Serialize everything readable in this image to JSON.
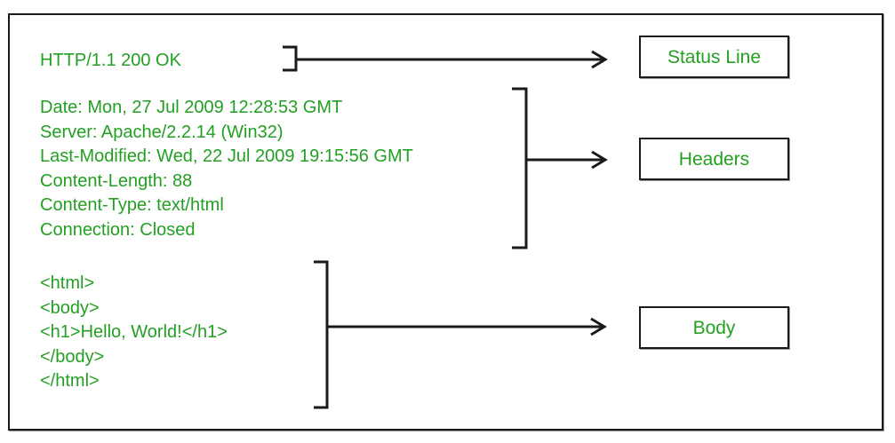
{
  "colors": {
    "text_green": "#23a023",
    "line_black": "#1a1a1a",
    "background": "#ffffff",
    "box_border": "#1a1a1a"
  },
  "response": {
    "status_line": "HTTP/1.1 200 OK",
    "headers": [
      "Date: Mon, 27 Jul 2009 12:28:53 GMT",
      "Server: Apache/2.2.14 (Win32)",
      "Last-Modified: Wed, 22 Jul 2009 19:15:56 GMT",
      "Content-Length: 88",
      "Content-Type: text/html",
      "Connection: Closed"
    ],
    "body": [
      "<html>",
      "<body>",
      "<h1>Hello, World!</h1>",
      "</body>",
      "</html>"
    ]
  },
  "labels": {
    "status_line": "Status Line",
    "headers": "Headers",
    "body": "Body"
  }
}
